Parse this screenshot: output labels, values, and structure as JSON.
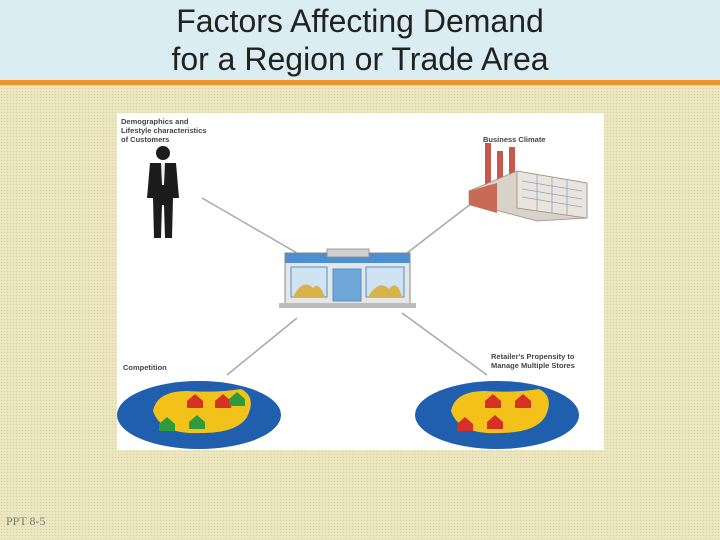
{
  "slide": {
    "title_line1": "Factors Affecting Demand",
    "title_line2": "for a Region or Trade Area",
    "footer": "PPT 8-5"
  },
  "diagram": {
    "label_customers": "Demographics and\nLifestyle characteristics\nof Customers",
    "label_business": "Business Climate",
    "label_competition": "Competition",
    "label_retailer": "Retailer's Propensity to\nManage Multiple Stores"
  },
  "colors": {
    "title_bar": "#d9edf3",
    "accent_rule": "#f0922e",
    "ellipse_blue": "#1f5fae",
    "ellipse_yellow": "#f3c21a",
    "store_red": "#d63027",
    "store_green": "#2e9a3a"
  },
  "icons": [
    "person-icon",
    "factory-icon",
    "store-icon",
    "competition-map-icon",
    "multi-store-map-icon"
  ]
}
